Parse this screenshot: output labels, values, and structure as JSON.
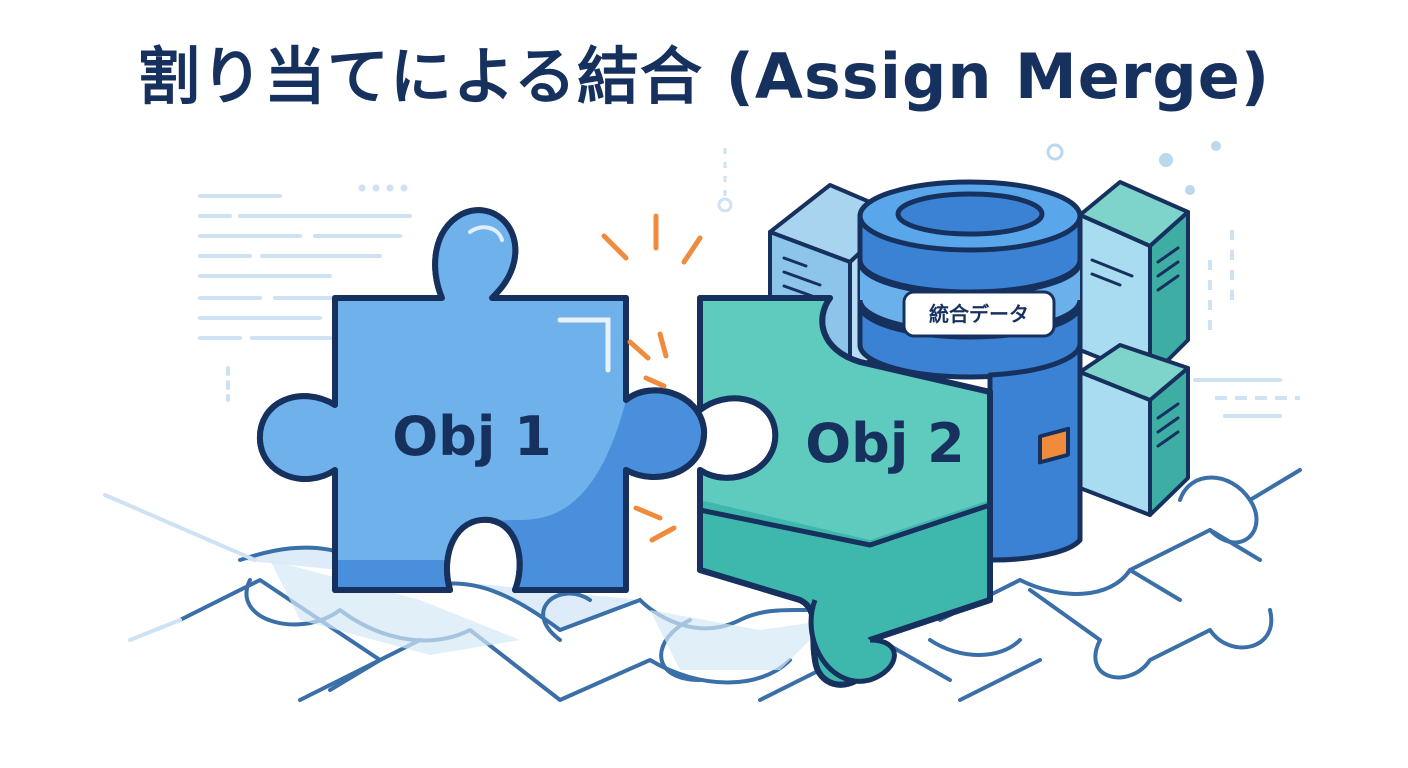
{
  "title": "割り当てによる結合 (Assign Merge)",
  "pieces": {
    "left_label": "Obj 1",
    "right_label": "Obj 2"
  },
  "database": {
    "tag_label": "統合データ"
  },
  "colors": {
    "title": "#17315f",
    "outline": "#17315f",
    "blue_piece": "#4a8fdc",
    "blue_piece_light": "#6fb1ea",
    "teal_piece": "#3eb8ad",
    "teal_piece_light": "#5fcbbf",
    "cylinder": "#3b82d4",
    "spark": "#f08a3c",
    "grid_line": "#3a6fa8",
    "grid_fill": "#d4e8f6"
  },
  "icons": {
    "connector": "spark-burst-icon",
    "database": "database-cylinder-icon",
    "server": "server-block-icon"
  }
}
